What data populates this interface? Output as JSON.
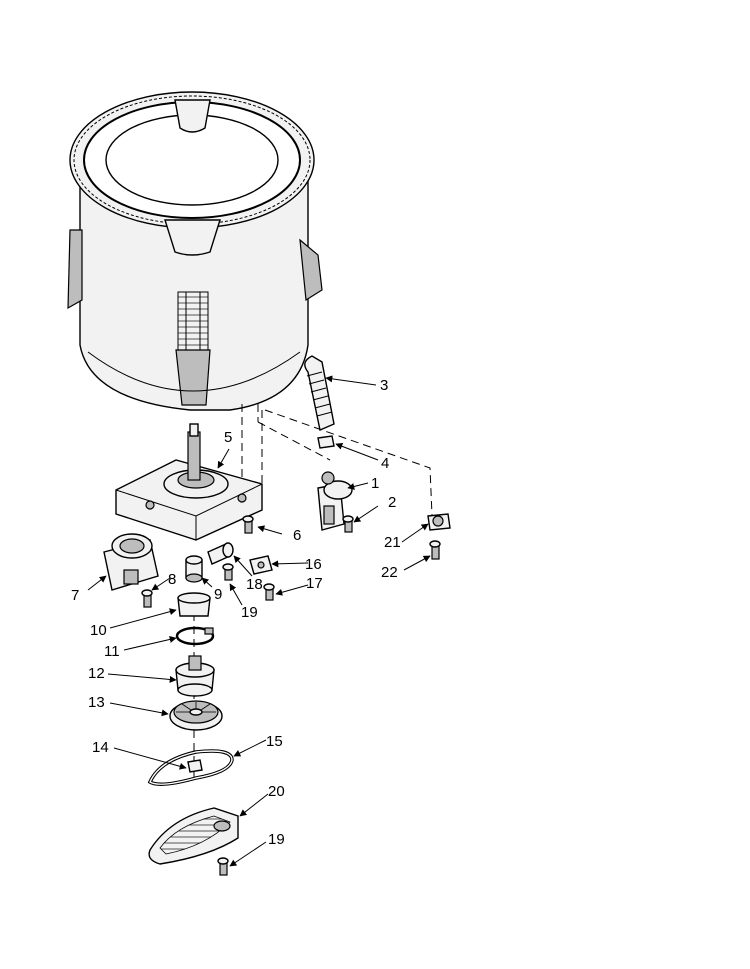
{
  "callouts": [
    {
      "id": "1",
      "text": "1"
    },
    {
      "id": "2",
      "text": "2"
    },
    {
      "id": "3",
      "text": "3"
    },
    {
      "id": "4",
      "text": "4"
    },
    {
      "id": "5",
      "text": "5"
    },
    {
      "id": "6",
      "text": "6"
    },
    {
      "id": "7",
      "text": "7"
    },
    {
      "id": "8",
      "text": "8"
    },
    {
      "id": "9",
      "text": "9"
    },
    {
      "id": "10",
      "text": "10"
    },
    {
      "id": "11",
      "text": "11"
    },
    {
      "id": "12",
      "text": "12"
    },
    {
      "id": "13",
      "text": "13"
    },
    {
      "id": "14",
      "text": "14"
    },
    {
      "id": "15",
      "text": "15"
    },
    {
      "id": "16",
      "text": "16"
    },
    {
      "id": "17",
      "text": "17"
    },
    {
      "id": "18",
      "text": "18"
    },
    {
      "id": "19a",
      "text": "19"
    },
    {
      "id": "19b",
      "text": "19"
    },
    {
      "id": "20",
      "text": "20"
    },
    {
      "id": "21",
      "text": "21"
    },
    {
      "id": "22",
      "text": "22"
    }
  ]
}
